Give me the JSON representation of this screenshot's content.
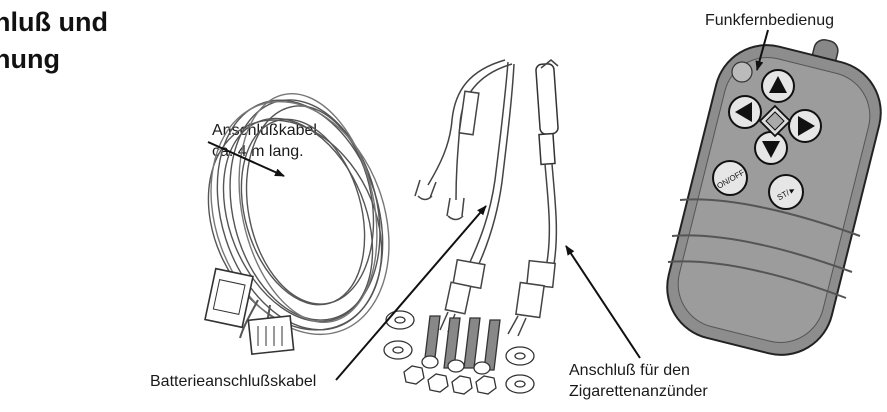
{
  "heading": {
    "line1": "hluß und",
    "line2": "nung"
  },
  "labels": {
    "cable_line1": "Anschlußkabel",
    "cable_line2": "ca. 4 m lang.",
    "remote": "Funkfernbedienug",
    "battery": "Batterieanschlußskabel",
    "cigarette_line1": "Anschluß für den",
    "cigarette_line2": "Zigarettenanzünder"
  },
  "remote_buttons": {
    "left_round": "ON/OFF",
    "right_round": "ST/►"
  }
}
